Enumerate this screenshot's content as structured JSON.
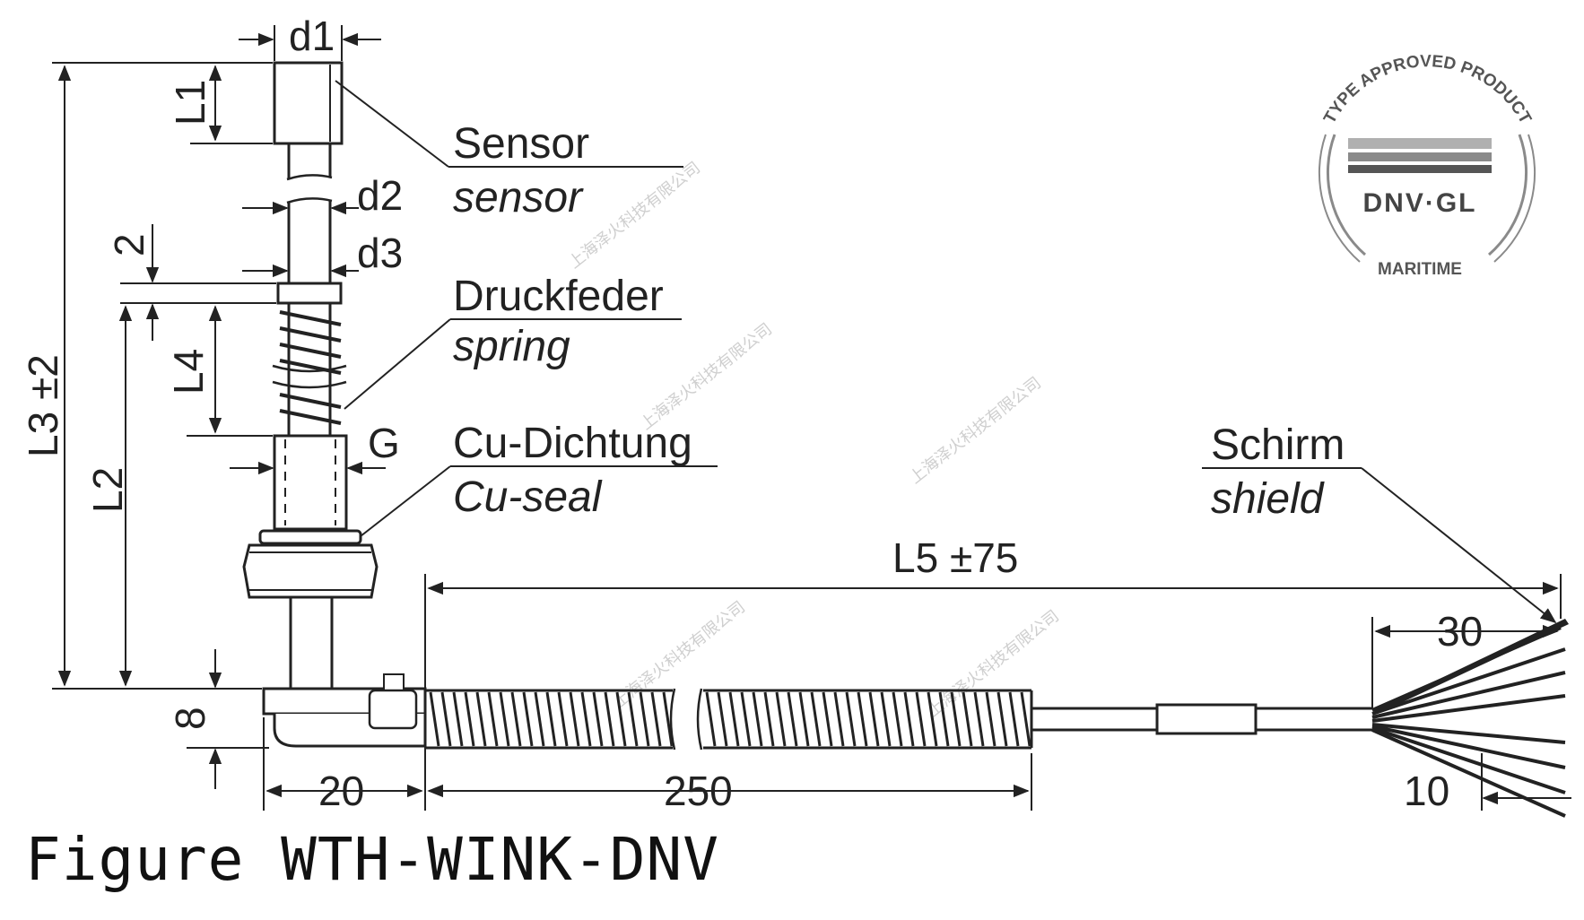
{
  "figure": {
    "caption": "Figure WTH-WINK-DNV"
  },
  "dimensions": {
    "d1": "d1",
    "d2": "d2",
    "d3": "d3",
    "L1": "L1",
    "L2": "L2",
    "L3": "L3 ±2",
    "L4": "L4",
    "L5": "L5 ±75",
    "G": "G",
    "two": "2",
    "eight": "8",
    "twenty": "20",
    "two_fifty": "250",
    "thirty": "30",
    "ten": "10"
  },
  "callouts": {
    "sensor_de": "Sensor",
    "sensor_en": "sensor",
    "spring_de": "Druckfeder",
    "spring_en": "spring",
    "seal_de": "Cu-Dichtung",
    "seal_en": "Cu-seal",
    "shield_de": "Schirm",
    "shield_en": "shield"
  },
  "badge": {
    "arc_text": "TYPE APPROVED PRODUCT",
    "logo": "DNV·GL",
    "sub": "MARITIME",
    "accent": "#6b6b6b"
  },
  "watermarks": [
    "上海泽火科技有限公司",
    "上海泽火科技有限公司",
    "上海泽火科技有限公司",
    "上海泽火科技有限公司",
    "上海泽火科技有限公司"
  ],
  "colors": {
    "line": "#222222",
    "background": "#ffffff"
  }
}
